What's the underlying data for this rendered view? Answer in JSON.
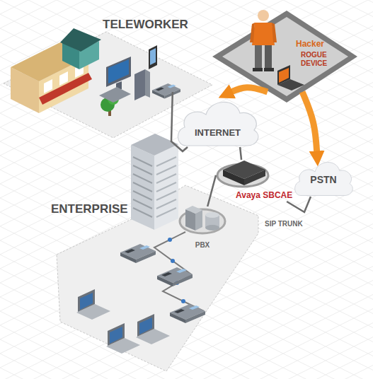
{
  "diagram": {
    "nodes": [
      {
        "text": [
          "TELEWORKER"
        ]
      },
      {
        "text": [
          "Hacker",
          "ROGUE DEVICE"
        ]
      },
      {
        "text": [
          "INTERNET"
        ]
      },
      {
        "text": [
          "PSTN"
        ]
      },
      {
        "text": [
          "ENTERPRISE"
        ]
      },
      {
        "text": [
          "Avaya SBCAE"
        ]
      },
      {
        "text": [
          "PBX"
        ],
        "in": 4
      }
    ],
    "edges": [
      {
        "from": 0,
        "to": 2,
        "arrow": "none"
      },
      {
        "from": 2,
        "to": 5,
        "arrow": "none"
      },
      {
        "from": 5,
        "to": 3,
        "arrow": "none",
        "label": "SIP TRUNK"
      },
      {
        "from": 5,
        "to": 6,
        "arrow": "none"
      },
      {
        "from": 1,
        "to": 2,
        "arrow": "to"
      },
      {
        "from": 1,
        "to": 3,
        "arrow": "to"
      }
    ]
  }
}
